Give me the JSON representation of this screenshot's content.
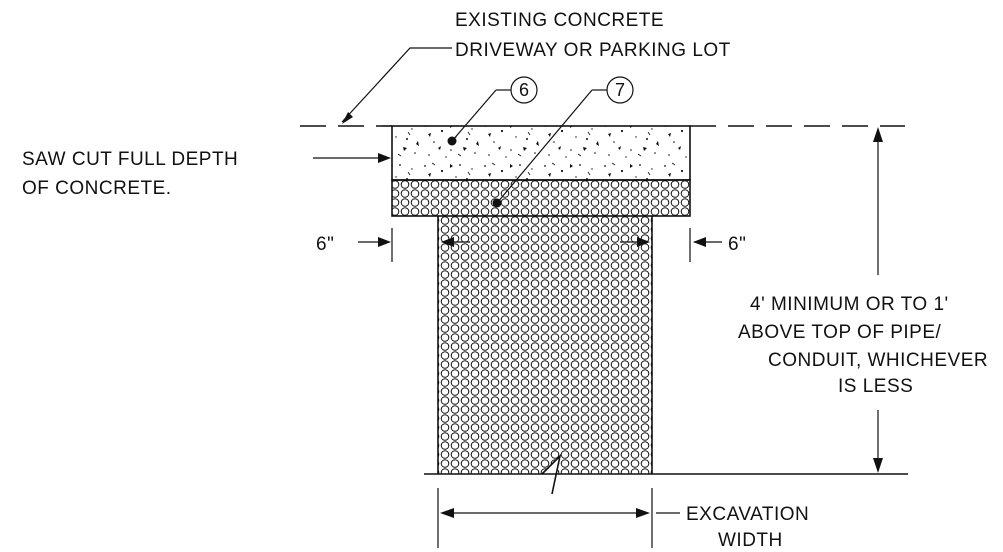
{
  "labels": {
    "existing_line1": "EXISTING CONCRETE",
    "existing_line2": "DRIVEWAY OR PARKING LOT",
    "saw_line1": "SAW CUT FULL DEPTH",
    "saw_line2": "OF CONCRETE.",
    "left_offset": "6\"",
    "right_offset": "6\"",
    "depth_line1": "4' MINIMUM OR TO 1'",
    "depth_line2": "ABOVE TOP OF PIPE/",
    "depth_line3": "CONDUIT, WHICHEVER",
    "depth_line4": "IS LESS",
    "excavation_line1": "EXCAVATION",
    "excavation_line2": "WIDTH"
  },
  "callouts": {
    "concrete": "6",
    "backfill": "7"
  }
}
